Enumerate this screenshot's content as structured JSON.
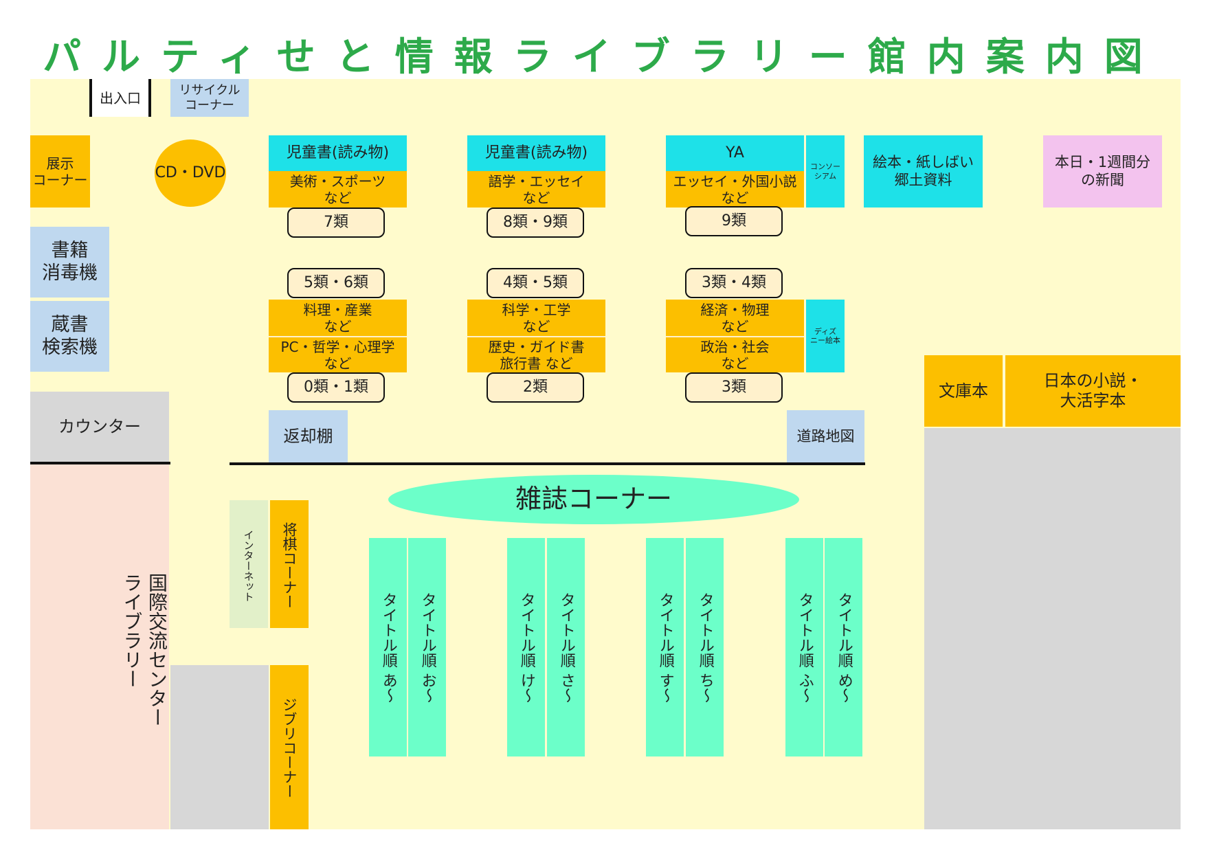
{
  "title": "パルティせと情報ライブラリー館内案内図",
  "entrance": "出入口",
  "recycle": "リサイクル\nコーナー",
  "exhibit": "展示\nコーナー",
  "cddvd": "CD・DVD",
  "sterilizer": "書籍\n消毒機",
  "search": "蔵書\n検索機",
  "counter": "カウンター",
  "intl": "国際交流センター\nライブラリー",
  "row1": {
    "a_top": "児童書(読み物)",
    "a_mid": "美術・スポーツ\nなど",
    "a_tag": "7類",
    "b_top": "児童書(読み物)",
    "b_mid": "語学・エッセイ\nなど",
    "b_tag": "8類・9類",
    "c_top": "YA",
    "c_mid": "エッセイ・外国小説\nなど",
    "c_tag": "9類",
    "consortium": "コンソー\nシアム"
  },
  "row2": {
    "a_tag": "5類・6類",
    "a_m1": "料理・産業\nなど",
    "a_m2": "PC・哲学・心理学\nなど",
    "a_tag2": "0類・1類",
    "b_tag": "4類・5類",
    "b_m1": "科学・工学\nなど",
    "b_m2": "歴史・ガイド書\n旅行書 など",
    "b_tag2": "2類",
    "c_tag": "3類・4類",
    "c_m1": "経済・物理\nなど",
    "c_m2": "政治・社会\nなど",
    "c_tag2": "3類",
    "disney": "ディズ\nニー絵本"
  },
  "picture_books": "絵本・紙しばい\n郷土資料",
  "newspaper": "本日・1週間分\nの新聞",
  "bunko": "文庫本",
  "novels": "日本の小説・\n大活字本",
  "returns": "返却棚",
  "roadmap": "道路地図",
  "magazine": "雑誌コーナー",
  "internet": "インターネット",
  "shogi": "将棋コーナー",
  "ghibli": "ジブリコーナー",
  "shelves": [
    "タイトル順 あ〜",
    "タイトル順 お〜",
    "タイトル順 け〜",
    "タイトル順 さ〜",
    "タイトル順 す〜",
    "タイトル順 ち〜",
    "タイトル順 ふ〜",
    "タイトル順 め〜"
  ],
  "colors": {
    "title": "#2daa4a",
    "floor": "#fffbcc",
    "orange": "#fcbf00",
    "cyan": "#1ee1e8",
    "mint": "#6cffc9",
    "gray": "#d7d7d7",
    "peach": "#fbe1d5",
    "pink": "#f3c3ee"
  }
}
